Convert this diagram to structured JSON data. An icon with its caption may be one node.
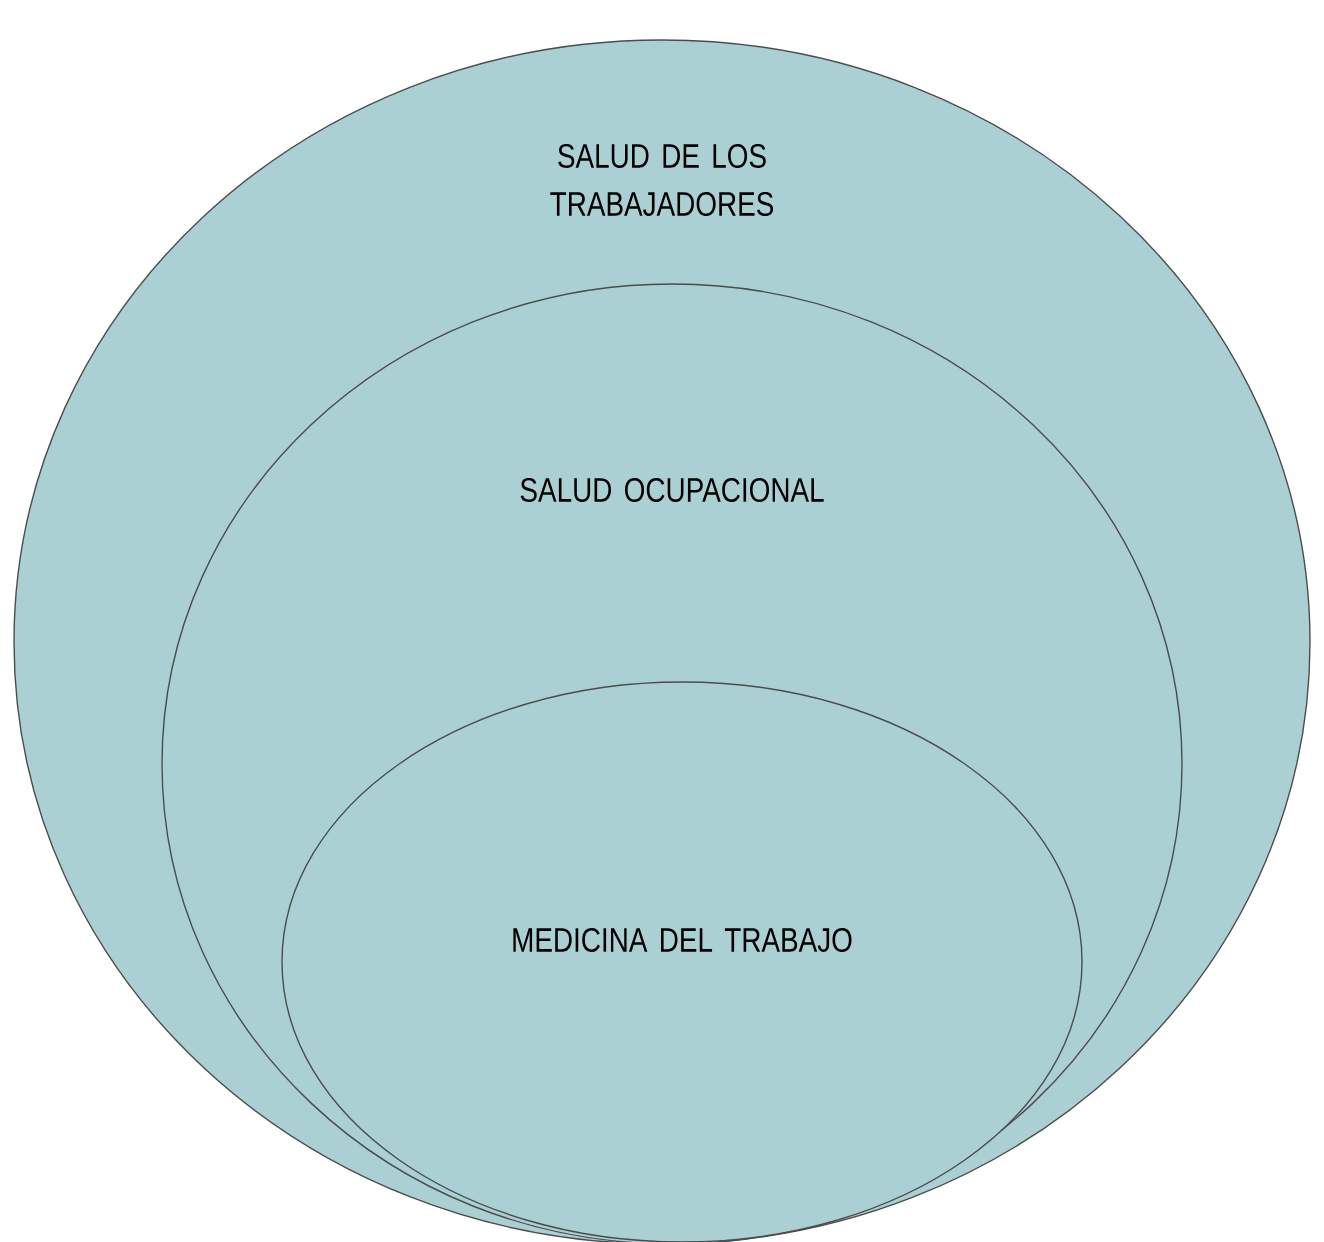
{
  "diagram": {
    "nodes": [
      {
        "text": [
          "SALUD DE LOS TRABAJADORES"
        ]
      },
      {
        "text": [
          "SALUD OCUPACIONAL"
        ],
        "in": 0
      },
      {
        "text": [
          "MEDICINA DEL TRABAJO"
        ],
        "in": 1
      }
    ]
  }
}
